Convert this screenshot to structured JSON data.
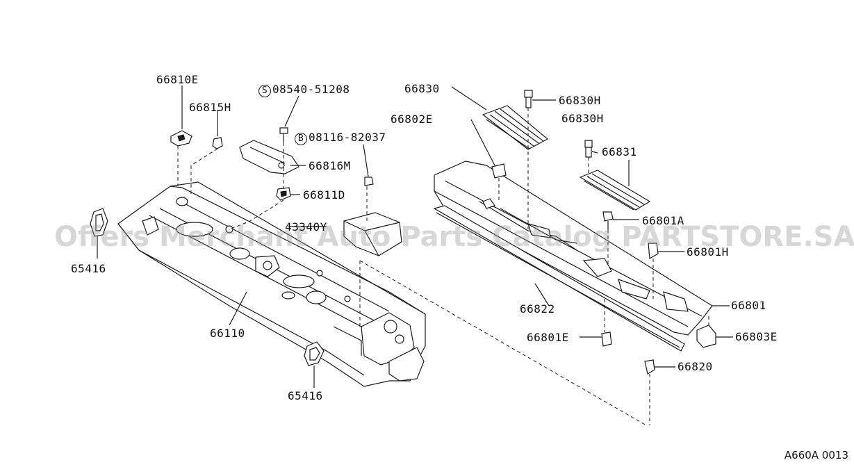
{
  "watermark": "Offers Merchant Auto Parts Catalog PARTSTORE.SA",
  "reference_code": "A660A 0013",
  "labels": {
    "p66810E": "66810E",
    "p66815H": "66815H",
    "p08540_prefix": "S",
    "p08540": "08540-51208",
    "p08116_prefix": "B",
    "p08116": "08116-82037",
    "p66816M": "66816M",
    "p66811D": "66811D",
    "p43340Y": "43340Y",
    "p65416_left": "65416",
    "p66110": "66110",
    "p65416_bottom": "65416",
    "p66830": "66830",
    "p66830H_top": "66830H",
    "p66830H_second": "66830H",
    "p66802E": "66802E",
    "p66831": "66831",
    "p66801A": "66801A",
    "p66801H": "66801H",
    "p66801": "66801",
    "p66822": "66822",
    "p66801E": "66801E",
    "p66803E": "66803E",
    "p66820": "66820"
  },
  "colors": {
    "line": "#1a1a1a",
    "watermark": "#969696"
  }
}
